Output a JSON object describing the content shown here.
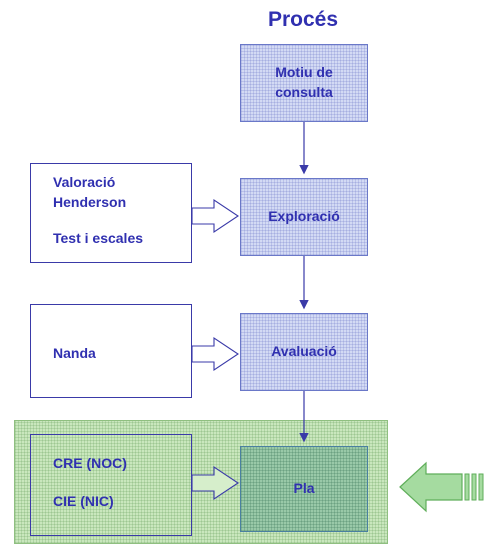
{
  "diagram": {
    "title": "Procés",
    "steps": [
      {
        "id": "motiu",
        "label": "Motiu de\nconsulta"
      },
      {
        "id": "exploracio",
        "label": "Exploració"
      },
      {
        "id": "avaluacio",
        "label": "Avaluació"
      },
      {
        "id": "pla",
        "label": "Pla"
      }
    ],
    "inputs": [
      {
        "target": "exploracio",
        "lines": [
          "Valoració",
          "Henderson",
          "Test i escales"
        ]
      },
      {
        "target": "avaluacio",
        "lines": [
          "Nanda"
        ]
      },
      {
        "target": "pla",
        "lines": [
          "CRE (NOC)",
          "CIE (NIC)"
        ]
      }
    ]
  },
  "colors": {
    "text": "#3030b0",
    "process_box": "#d3daf4",
    "highlight_band": "#c9e7bd",
    "plan_box": "#99c9a8",
    "arrow": "#3a3aa8",
    "pointer_arrow": "#8fd08a"
  }
}
